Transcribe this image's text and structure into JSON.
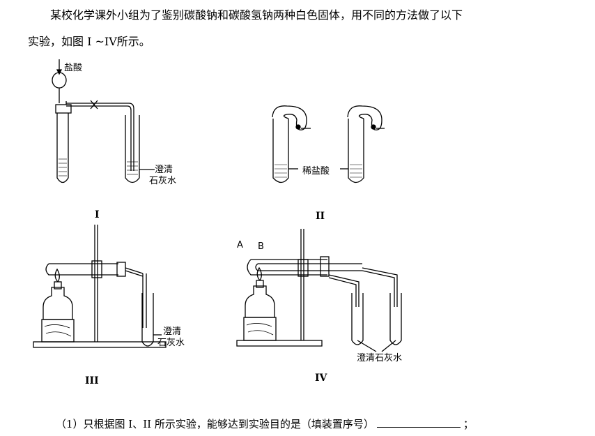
{
  "question": {
    "line1": "某校化学课外小组为了鉴别碳酸钠和碳酸氢钠两种白色固体，用不同的方法做了以下",
    "line2": "实验，如图 I ~IV所示。",
    "sub1_prefix": "（1）只根据图 I、II 所示实验，能够达到实验目的是（填装置序号）",
    "sub1_suffix": "；"
  },
  "figure_labels": {
    "hcl": "盐酸",
    "limewater_I_line1": "澄清",
    "limewater_I_line2": "石灰水",
    "dilute_hcl": "稀盐酸",
    "limewater_III_line1": "澄清",
    "limewater_III_line2": "石灰水",
    "label_A": "A",
    "label_B": "B",
    "limewater_IV": "澄清石灰水"
  },
  "figure_numbers": {
    "fig1": "I",
    "fig2": "II",
    "fig3": "III",
    "fig4": "IV"
  }
}
